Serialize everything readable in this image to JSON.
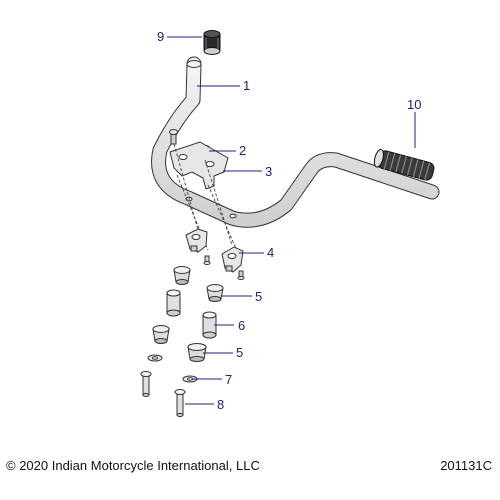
{
  "callouts": {
    "c1": "1",
    "c2": "2",
    "c3": "3",
    "c4": "4",
    "c5a": "5",
    "c5b": "5",
    "c6": "6",
    "c7": "7",
    "c8": "8",
    "c9": "9",
    "c10": "10"
  },
  "footer": {
    "copyright": "© 2020 Indian Motorcycle International, LLC",
    "drawing_number": "201131C"
  },
  "colors": {
    "callout": "#1a237e",
    "part_fill": "#e6e6e6",
    "part_stroke": "#333333"
  }
}
